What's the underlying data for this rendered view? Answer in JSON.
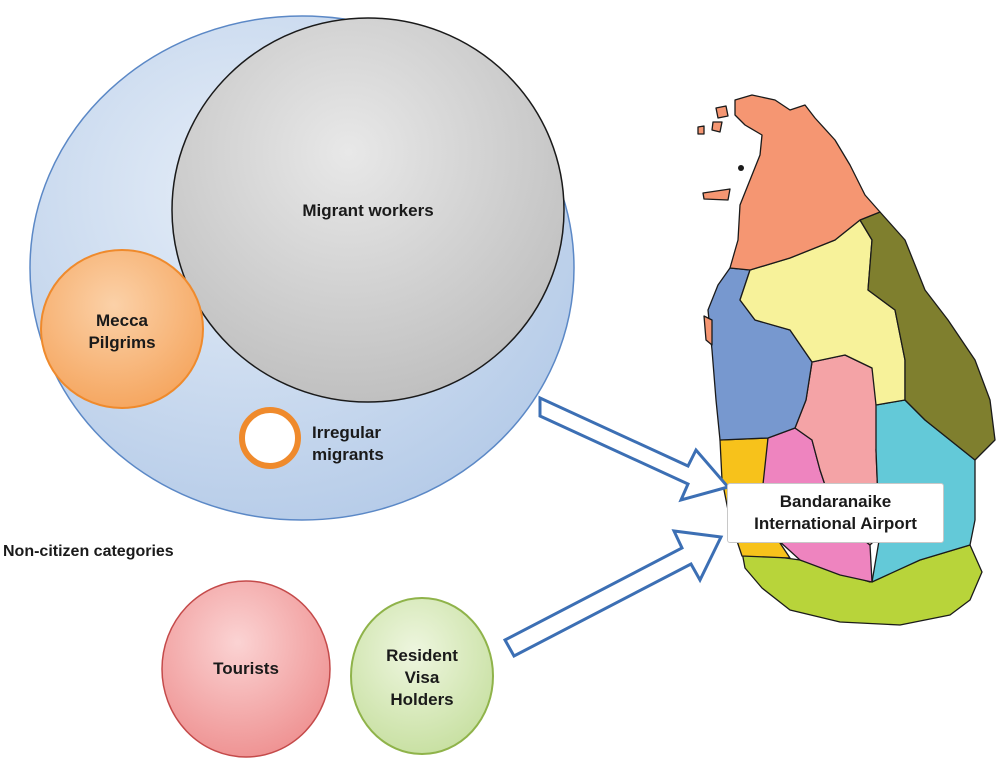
{
  "labels": {
    "migrant_workers": "Migrant workers",
    "mecca_line1": "Mecca",
    "mecca_line2": "Pilgrims",
    "irregular_line1": "Irregular",
    "irregular_line2": "migrants",
    "non_citizen": "Non-citizen categories",
    "tourists": "Tourists",
    "resident_line1": "Resident",
    "resident_line2": "Visa",
    "resident_line3": "Holders",
    "airport_line1": "Bandaranaike",
    "airport_line2": "International Airport"
  },
  "colors": {
    "outer_circle": "#c6d8ee",
    "migrant_circle": "#d4d4d4",
    "mecca_circle": "#f7b57a",
    "irregular_ring": "#ef8a2c",
    "tourists_circle": "#f2a8a8",
    "resident_circle": "#d3e6b3",
    "arrow_stroke": "#3c6fb4",
    "map_north": "#f59672",
    "map_north_central": "#f7f29a",
    "map_east": "#7f7f2e",
    "map_north_west": "#7798cf",
    "map_central": "#f4a3a6",
    "map_uva": "#63c9d8",
    "map_western": "#f7c21b",
    "map_sabaragamuwa": "#ee84bf",
    "map_southern": "#b8d43a"
  }
}
